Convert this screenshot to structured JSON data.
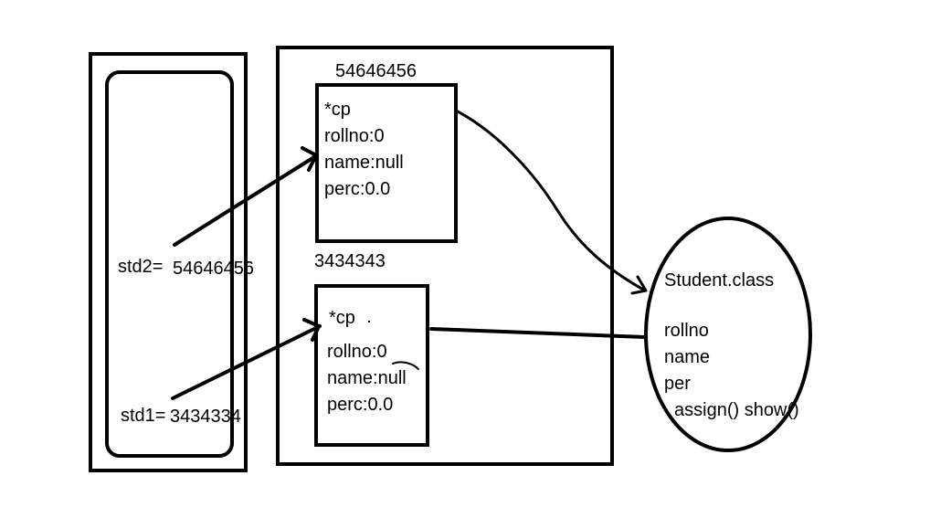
{
  "stack": {
    "std2_label": "std2=",
    "std2_value": "54646456",
    "std1_label": "std1=",
    "std1_value": "3434334"
  },
  "heap": {
    "objects": [
      {
        "address": "54646456",
        "fields": [
          "*cp",
          "rollno:0",
          "name:null",
          "perc:0.0"
        ]
      },
      {
        "address": "3434343",
        "fields": [
          "*cp",
          "rollno:0",
          "name:null",
          "perc:0.0"
        ]
      }
    ]
  },
  "class_area": {
    "title": "Student.class",
    "members": [
      "rollno",
      "name",
      "per",
      "assign() show()"
    ]
  }
}
